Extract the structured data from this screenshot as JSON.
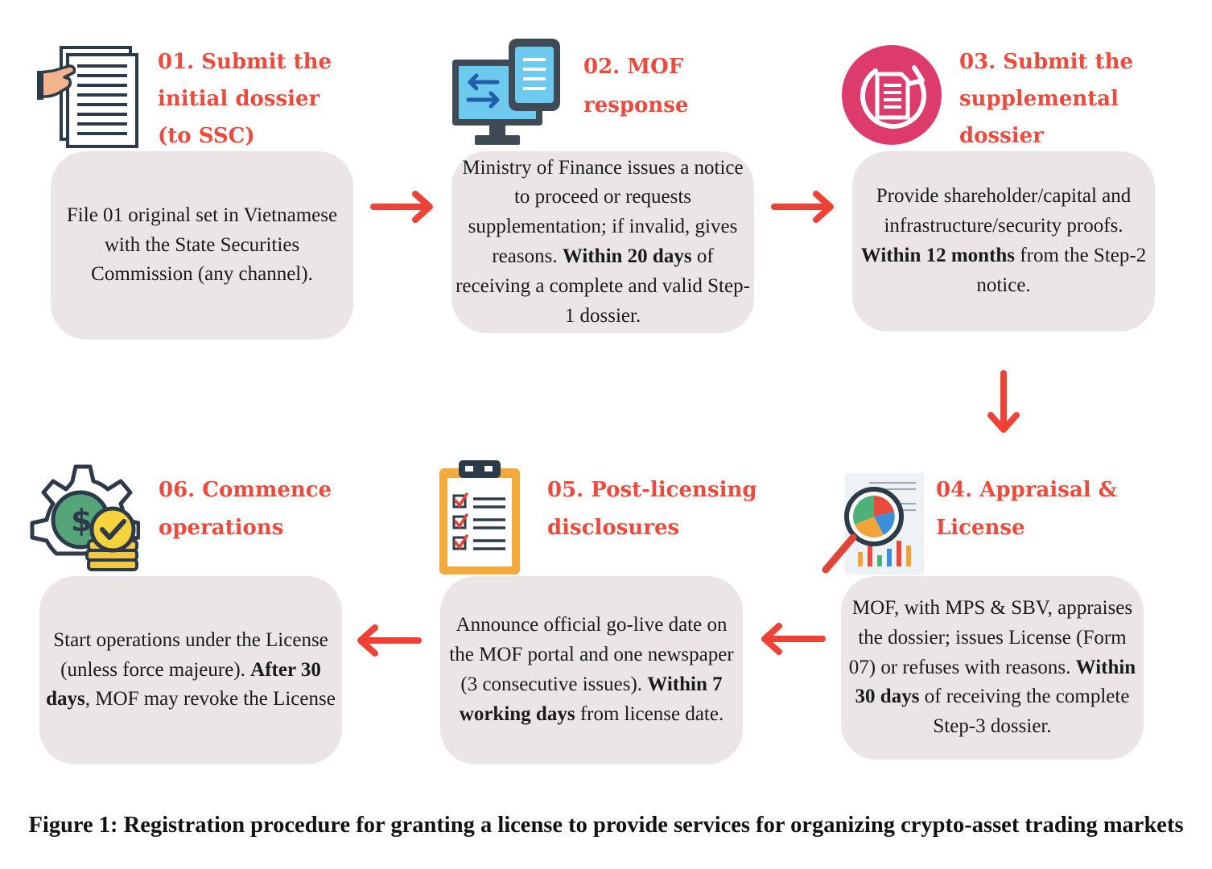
{
  "steps": [
    {
      "id": "01",
      "title_lines": [
        "01. Submit the",
        "initial dossier",
        "(to SSC)"
      ],
      "body": [
        {
          "text": "File 01 original set in Vietnamese with the State Securities Commission (any channel).",
          "bold": false
        }
      ],
      "icon": "document-in-hand-icon"
    },
    {
      "id": "02",
      "title_lines": [
        "02. MOF",
        "response"
      ],
      "body": [
        {
          "text": "Ministry of Finance issues a notice to proceed or requests supplementation; if invalid, gives reasons. ",
          "bold": false
        },
        {
          "text": "Within 20 days",
          "bold": true
        },
        {
          "text": " of receiving a complete and valid Step-1 dossier.",
          "bold": false
        }
      ],
      "icon": "computer-phone-transfer-icon"
    },
    {
      "id": "03",
      "title_lines": [
        "03. Submit the",
        "supplemental",
        "dossier"
      ],
      "body": [
        {
          "text": "Provide shareholder/capital and infrastructure/security proofs. ",
          "bold": false
        },
        {
          "text": "Within 12 months",
          "bold": true
        },
        {
          "text": " from the Step-2 notice.",
          "bold": false
        }
      ],
      "icon": "document-refresh-icon"
    },
    {
      "id": "04",
      "title_lines": [
        "04. Appraisal &",
        "License"
      ],
      "body": [
        {
          "text": "MOF, with MPS & SBV, appraises the dossier; issues License (Form 07) or refuses with reasons. ",
          "bold": false
        },
        {
          "text": "Within 30 days",
          "bold": true
        },
        {
          "text": " of receiving the complete Step-3 dossier.",
          "bold": false
        }
      ],
      "icon": "magnifier-chart-icon"
    },
    {
      "id": "05",
      "title_lines": [
        "05. Post-licensing",
        "disclosures"
      ],
      "body": [
        {
          "text": "Announce official go-live date on the MOF portal and one newspaper (3 consecutive issues). ",
          "bold": false
        },
        {
          "text": "Within 7 working days",
          "bold": true
        },
        {
          "text": " from license date.",
          "bold": false
        }
      ],
      "icon": "clipboard-checklist-icon"
    },
    {
      "id": "06",
      "title_lines": [
        "06. Commence",
        "operations"
      ],
      "body": [
        {
          "text": "Start operations under the License (unless force majeure). ",
          "bold": false
        },
        {
          "text": "After 30 days",
          "bold": true
        },
        {
          "text": ", MOF may revoke the License",
          "bold": false
        }
      ],
      "icon": "gear-coin-check-icon"
    }
  ],
  "caption": "Figure 1: Registration procedure for granting a license to provide services for organizing crypto-asset trading markets",
  "colors": {
    "title": "#ec4a3c",
    "arrow": "#ef4135",
    "box": "#ece5e5",
    "text": "#1a1a1a"
  }
}
